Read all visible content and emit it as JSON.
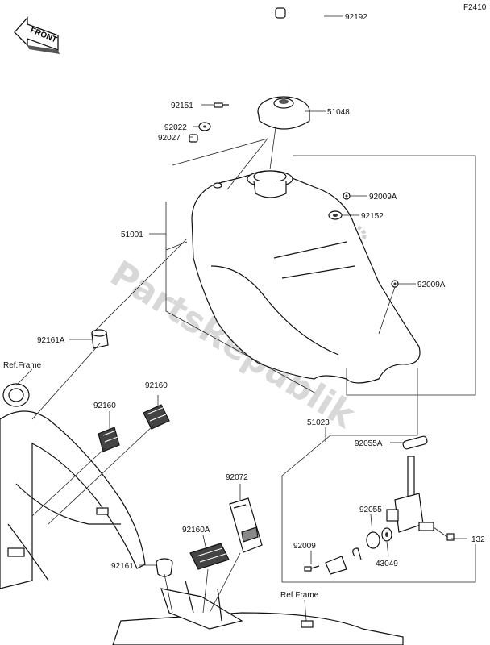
{
  "figure_code": "F2410",
  "front_label": "FRONT",
  "watermark": "PartsRepublik",
  "parts": {
    "p92192": "92192",
    "p92151": "92151",
    "p51048": "51048",
    "p92022": "92022",
    "p92027": "92027",
    "p92009A_1": "92009A",
    "p92152": "92152",
    "p51001": "51001",
    "p92009A_2": "92009A",
    "p92161A": "92161A",
    "p92160_1": "92160",
    "p92160_2": "92160",
    "p51023": "51023",
    "p92055A": "92055A",
    "p92072": "92072",
    "p92055": "92055",
    "p92160A": "92160A",
    "p92009": "92009",
    "p132": "132",
    "p43049": "43049",
    "p92161": "92161"
  },
  "refs": {
    "frame_left": "Ref.Frame",
    "frame_bottom": "Ref.Frame"
  }
}
